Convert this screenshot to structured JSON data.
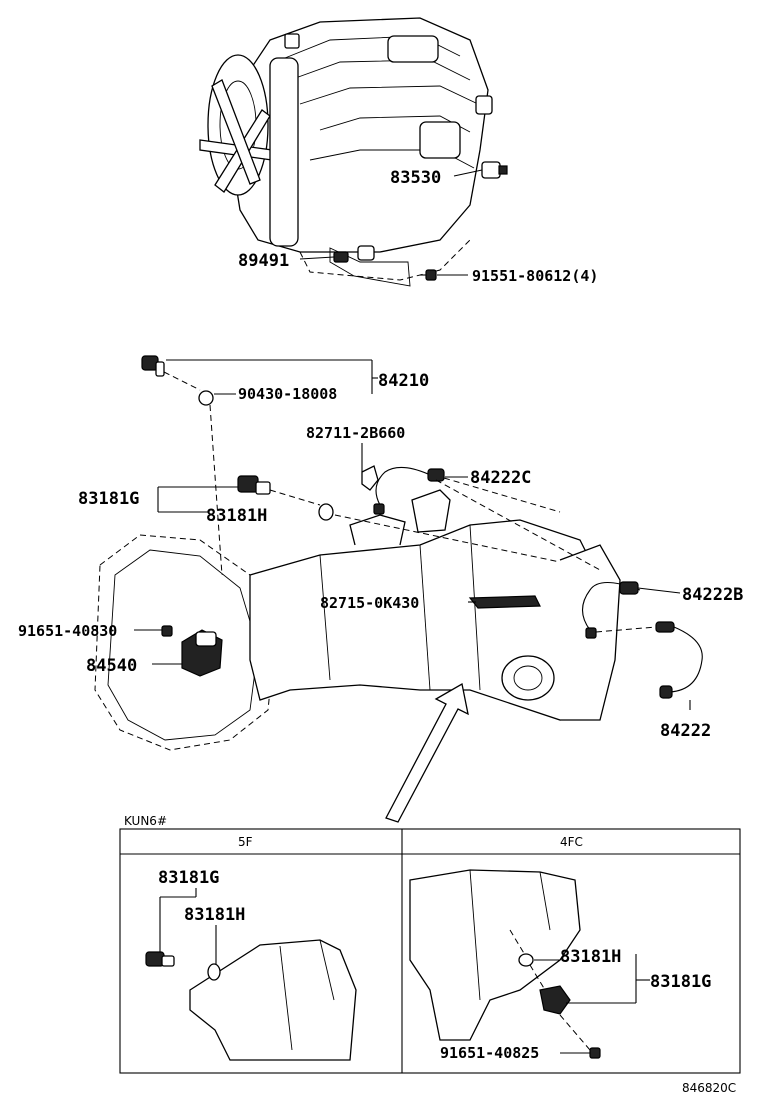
{
  "labels": {
    "p83530": "83530",
    "p89491": "89491",
    "p91551": "91551-80612(4)",
    "p84210": "84210",
    "p90430": "90430-18008",
    "p82711": "82711-2B660",
    "p84222c": "84222C",
    "p83181g": "83181G",
    "p83181h": "83181H",
    "p84222b": "84222B",
    "p82715": "82715-0K430",
    "p91651a": "91651-40830",
    "p84540": "84540",
    "p84222": "84222"
  },
  "inset": {
    "model": "KUN6#",
    "col_left": "5F",
    "col_right": "4FC",
    "left_g": "83181G",
    "left_h": "83181H",
    "right_h": "83181H",
    "right_g": "83181G",
    "right_bolt": "91651-40825"
  },
  "diagram_id": "846820C"
}
